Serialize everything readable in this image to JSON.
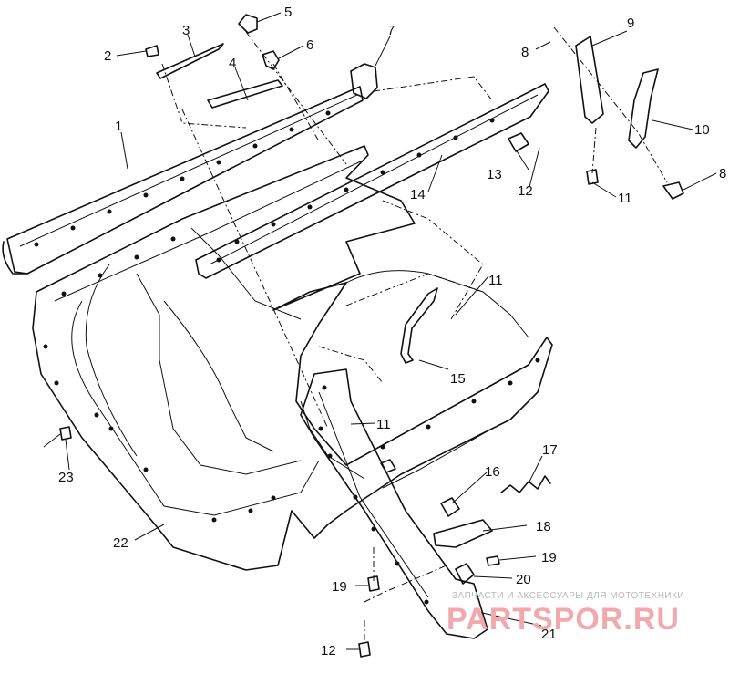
{
  "diagram": {
    "callouts": [
      "1",
      "2",
      "3",
      "4",
      "5",
      "6",
      "7",
      "8",
      "9",
      "8",
      "10",
      "11",
      "12",
      "13",
      "14",
      "11",
      "15",
      "11",
      "16",
      "17",
      "18",
      "19",
      "19",
      "20",
      "21",
      "22",
      "23",
      "12"
    ],
    "watermark": {
      "tagline": "ЗАПЧАСТИ И АКСЕССУАРЫ ДЛЯ МОТОТЕХНИКИ",
      "brand": "PARTSPOR.RU"
    }
  }
}
